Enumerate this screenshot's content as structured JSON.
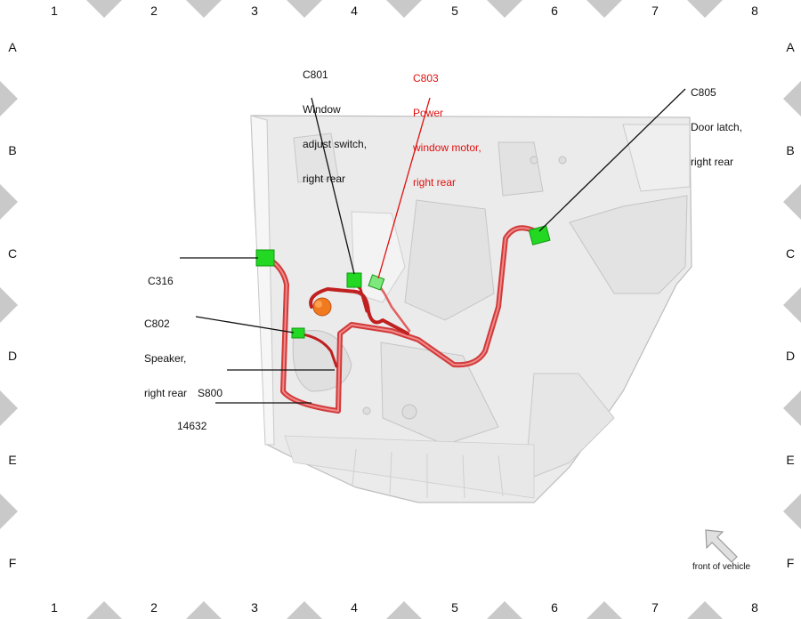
{
  "grid": {
    "columns": [
      "1",
      "2",
      "3",
      "4",
      "5",
      "6",
      "7",
      "8"
    ],
    "rows": [
      "A",
      "B",
      "C",
      "D",
      "E",
      "F"
    ]
  },
  "callouts": [
    {
      "id": "c801",
      "lines": [
        "C801",
        "Window",
        "adjust switch,",
        "right rear"
      ],
      "highlight": false
    },
    {
      "id": "c803",
      "lines": [
        "C803",
        "Power",
        "window motor,",
        "right rear"
      ],
      "highlight": true
    },
    {
      "id": "c805",
      "lines": [
        "C805",
        "Door latch,",
        "right rear"
      ],
      "highlight": false
    },
    {
      "id": "c316",
      "lines": [
        "C316"
      ],
      "highlight": false
    },
    {
      "id": "c802",
      "lines": [
        "C802",
        "Speaker,",
        "right rear"
      ],
      "highlight": false
    },
    {
      "id": "s800",
      "lines": [
        "S800"
      ],
      "highlight": false
    },
    {
      "id": "h14632",
      "lines": [
        "14632"
      ],
      "highlight": false
    }
  ],
  "orientation": {
    "caption": "front of vehicle",
    "icon": "arrow-up-left-icon"
  },
  "colors": {
    "highlight": "#e01010",
    "connector": "#22d822",
    "harness": "#d23a3a",
    "component": "#f07a20",
    "panel": "#e9e9e9",
    "marker": "#c9c9c9"
  }
}
